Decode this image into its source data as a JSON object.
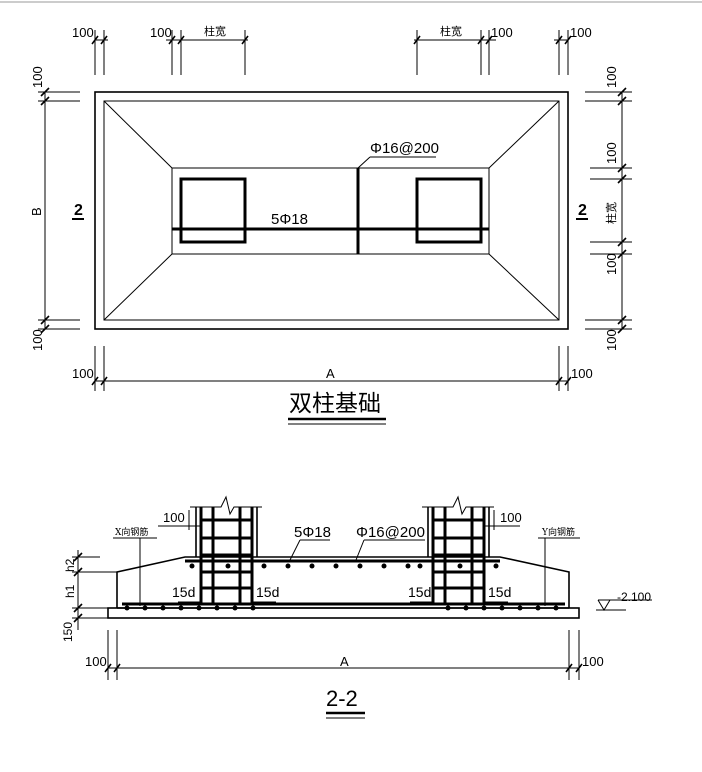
{
  "plan": {
    "dim_100": "100",
    "col_width": "柱宽",
    "phi16_label": "Φ16@200",
    "bar_5phi18": "5Φ18",
    "dim_A": "A",
    "dim_B": "B",
    "section_mark": "2",
    "title": "双柱基础"
  },
  "section": {
    "dim_100": "100",
    "bar_5phi18": "5Φ18",
    "phi16_label": "Φ16@200",
    "x_bars": "X向钢筋",
    "y_bars": "Y向钢筋",
    "h2": "h2",
    "h1": "h1",
    "d150": "150",
    "anchor_15d": "15d",
    "elevation": "-2.100",
    "dim_A": "A",
    "title": "2-2"
  }
}
